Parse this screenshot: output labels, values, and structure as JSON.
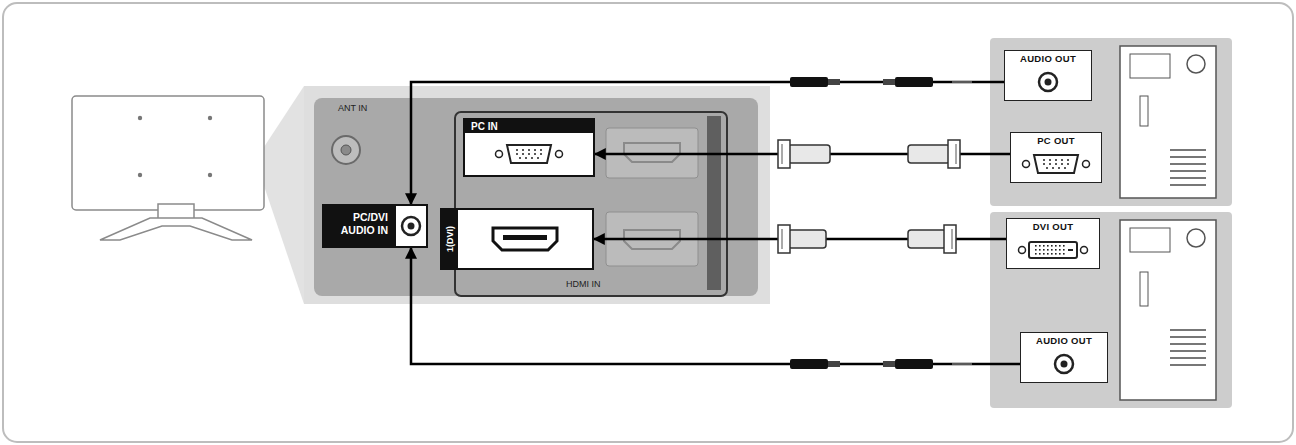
{
  "diagram": {
    "nodes": [
      {
        "text": [
          "PC IN"
        ]
      },
      {
        "text": [
          "1(DVI)"
        ]
      },
      {
        "text": [
          "PC/DVI AUDIO IN"
        ]
      },
      {
        "text": [
          "AUDIO OUT"
        ]
      },
      {
        "text": [
          "PC OUT"
        ]
      },
      {
        "text": [
          "DVI OUT"
        ]
      },
      {
        "text": [
          "AUDIO OUT"
        ]
      }
    ],
    "edges": [
      {
        "from": 3,
        "to": 2,
        "arrow": "to"
      },
      {
        "from": 4,
        "to": 0,
        "arrow": "to"
      },
      {
        "from": 5,
        "to": 1,
        "arrow": "to"
      },
      {
        "from": 6,
        "to": 2,
        "arrow": "to"
      }
    ],
    "labels": [
      "ANT IN",
      "HDMI IN"
    ]
  }
}
